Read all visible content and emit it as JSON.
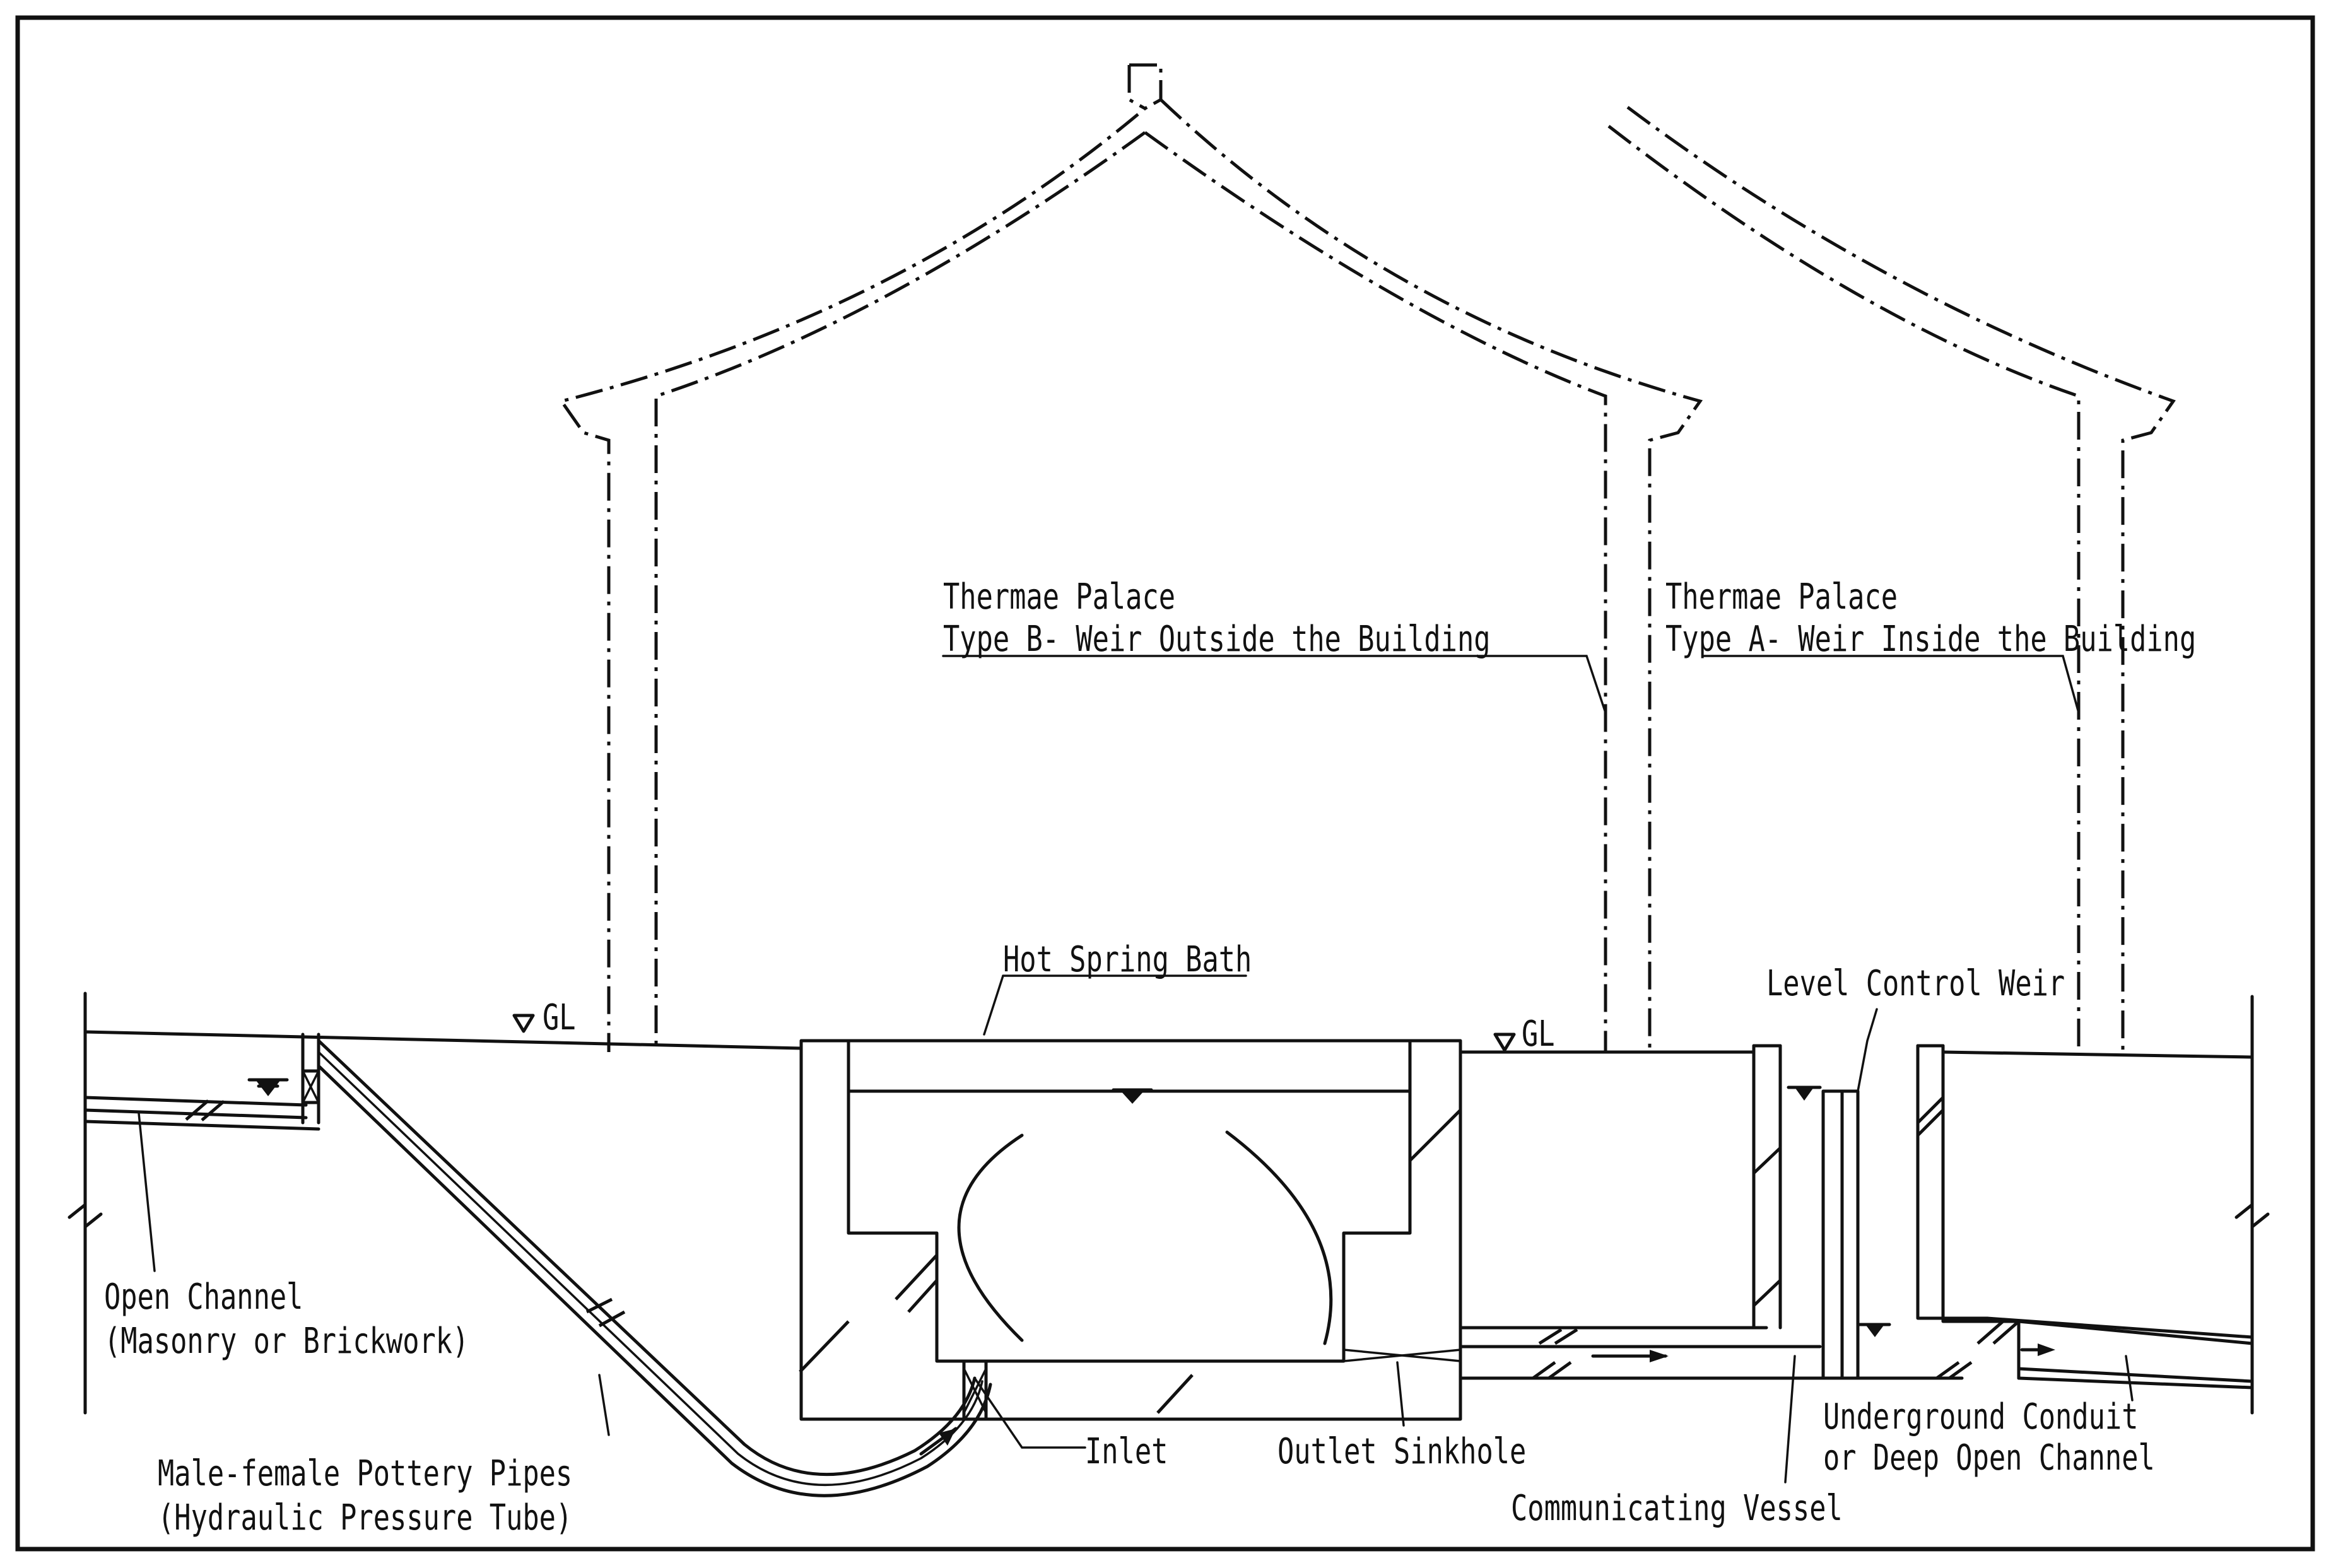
{
  "labels": {
    "thermae_b_title": "Thermae Palace",
    "thermae_b_type": "Type B- Weir Outside the Building",
    "thermae_a_title": "Thermae Palace",
    "thermae_a_type": "Type A- Weir Inside the Building",
    "gl_left": "GL",
    "gl_right": "GL",
    "hot_spring_bath": "Hot Spring Bath",
    "level_control_weir": "Level Control Weir",
    "open_channel_1": "Open Channel",
    "open_channel_2": "(Masonry or Brickwork)",
    "pottery_1": "Male-female Pottery Pipes",
    "pottery_2": "(Hydraulic Pressure Tube)",
    "inlet": "Inlet",
    "outlet_sinkhole": "Outlet Sinkhole",
    "communicating_vessel": "Communicating Vessel",
    "conduit_1": "Underground Conduit",
    "conduit_2": "or Deep Open Channel"
  },
  "colors": {
    "ink": "#111111",
    "paper": "#ffffff"
  }
}
